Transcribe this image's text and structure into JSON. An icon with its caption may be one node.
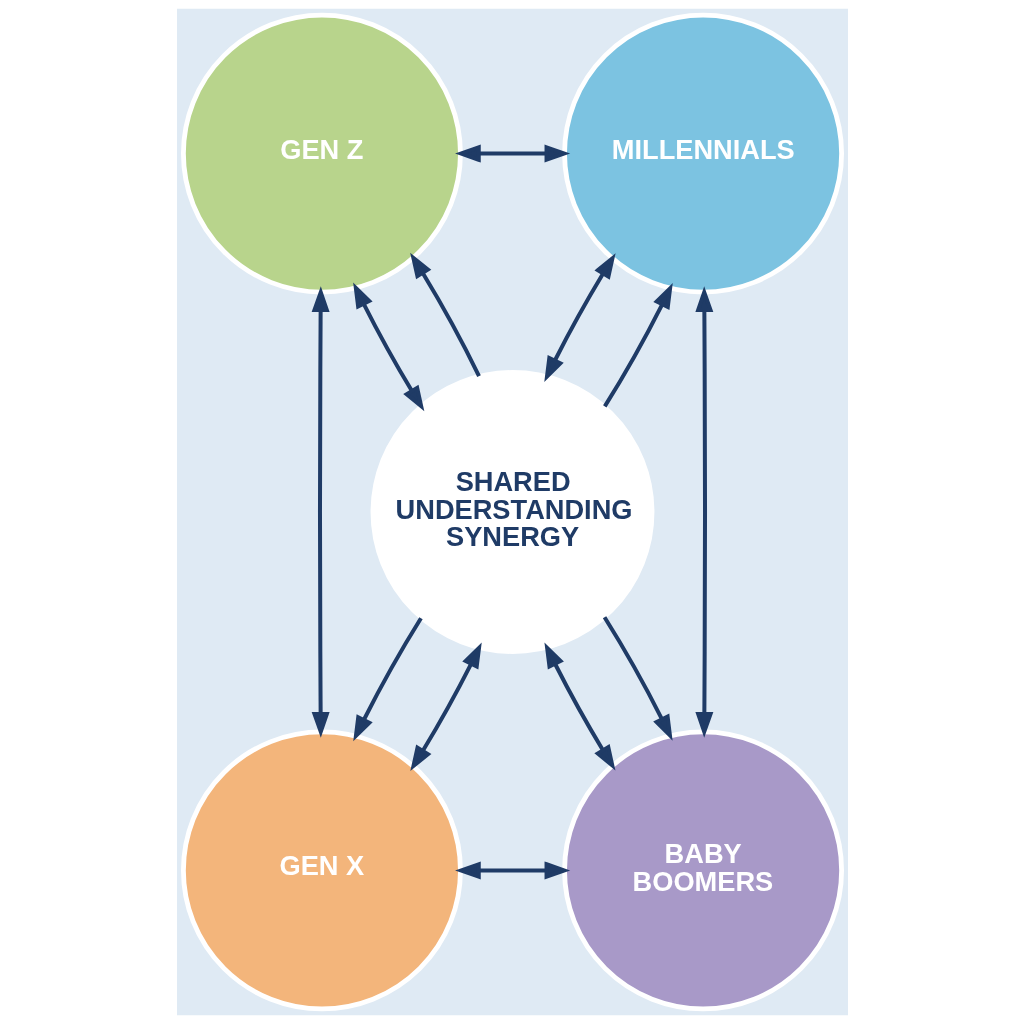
{
  "diagram": {
    "nodes": [
      {
        "text": [
          "GEN Z"
        ]
      },
      {
        "text": [
          "MILLENNIALS"
        ]
      },
      {
        "text": [
          "SHARED UNDERSTANDING SYNERGY"
        ]
      },
      {
        "text": [
          "GEN X"
        ]
      },
      {
        "text": [
          "BABY BOOMERS"
        ]
      }
    ],
    "edges": [
      {
        "from": 0,
        "to": 1,
        "arrow": "both"
      },
      {
        "from": 1,
        "to": 2,
        "arrow": "both"
      },
      {
        "from": 0,
        "to": 3,
        "arrow": "both"
      },
      {
        "from": 1,
        "to": 4,
        "arrow": "both"
      },
      {
        "from": 2,
        "to": 0,
        "arrow": "to"
      },
      {
        "from": 2,
        "to": 1,
        "arrow": "to"
      },
      {
        "from": 0,
        "to": 2,
        "arrow": "both"
      },
      {
        "from": 2,
        "to": 4,
        "arrow": "both"
      },
      {
        "from": 2,
        "to": 3,
        "arrow": "to"
      },
      {
        "from": 2,
        "to": 4,
        "arrow": "to"
      },
      {
        "from": 2,
        "to": 3,
        "arrow": "both"
      },
      {
        "from": 3,
        "to": 4,
        "arrow": "both"
      }
    ]
  }
}
